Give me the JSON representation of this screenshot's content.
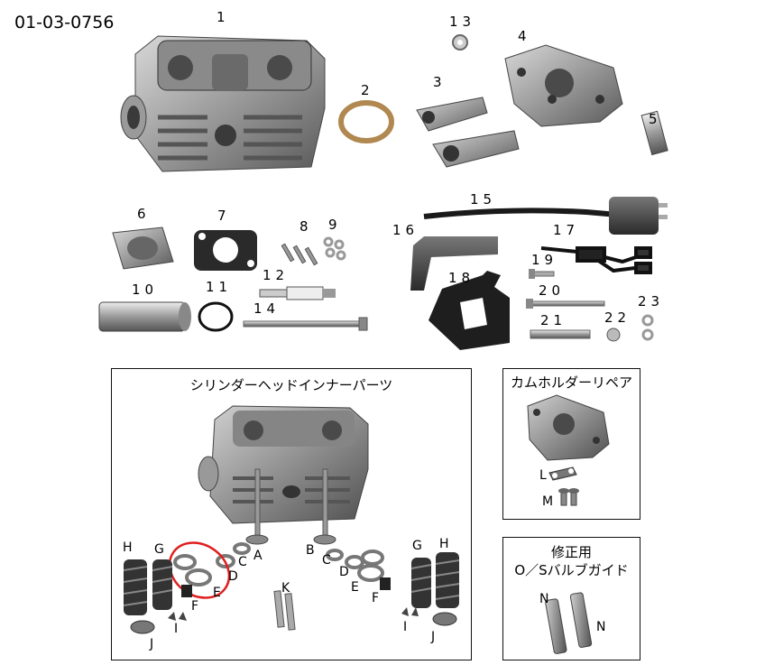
{
  "doc_code": "01-03-0756",
  "part_numbers": [
    "1",
    "2",
    "3",
    "4",
    "5",
    "6",
    "7",
    "8",
    "9",
    "10",
    "11",
    "12",
    "13",
    "14",
    "15",
    "16",
    "17",
    "18",
    "19",
    "20",
    "21",
    "22",
    "23"
  ],
  "inner_parts": {
    "title": "シリンダーヘッドインナーパーツ",
    "letters": [
      "A",
      "B",
      "C",
      "C",
      "D",
      "D",
      "E",
      "E",
      "F",
      "F",
      "G",
      "G",
      "H",
      "H",
      "I",
      "I",
      "J",
      "J",
      "K"
    ]
  },
  "cam_holder": {
    "title": "カムホルダーリペア",
    "letters": [
      "L",
      "M"
    ]
  },
  "repair": {
    "title_line1": "修正用",
    "title_line2": "O／Sバルブガイド",
    "letters": [
      "N",
      "N"
    ]
  },
  "highlight_color": "#e02020"
}
